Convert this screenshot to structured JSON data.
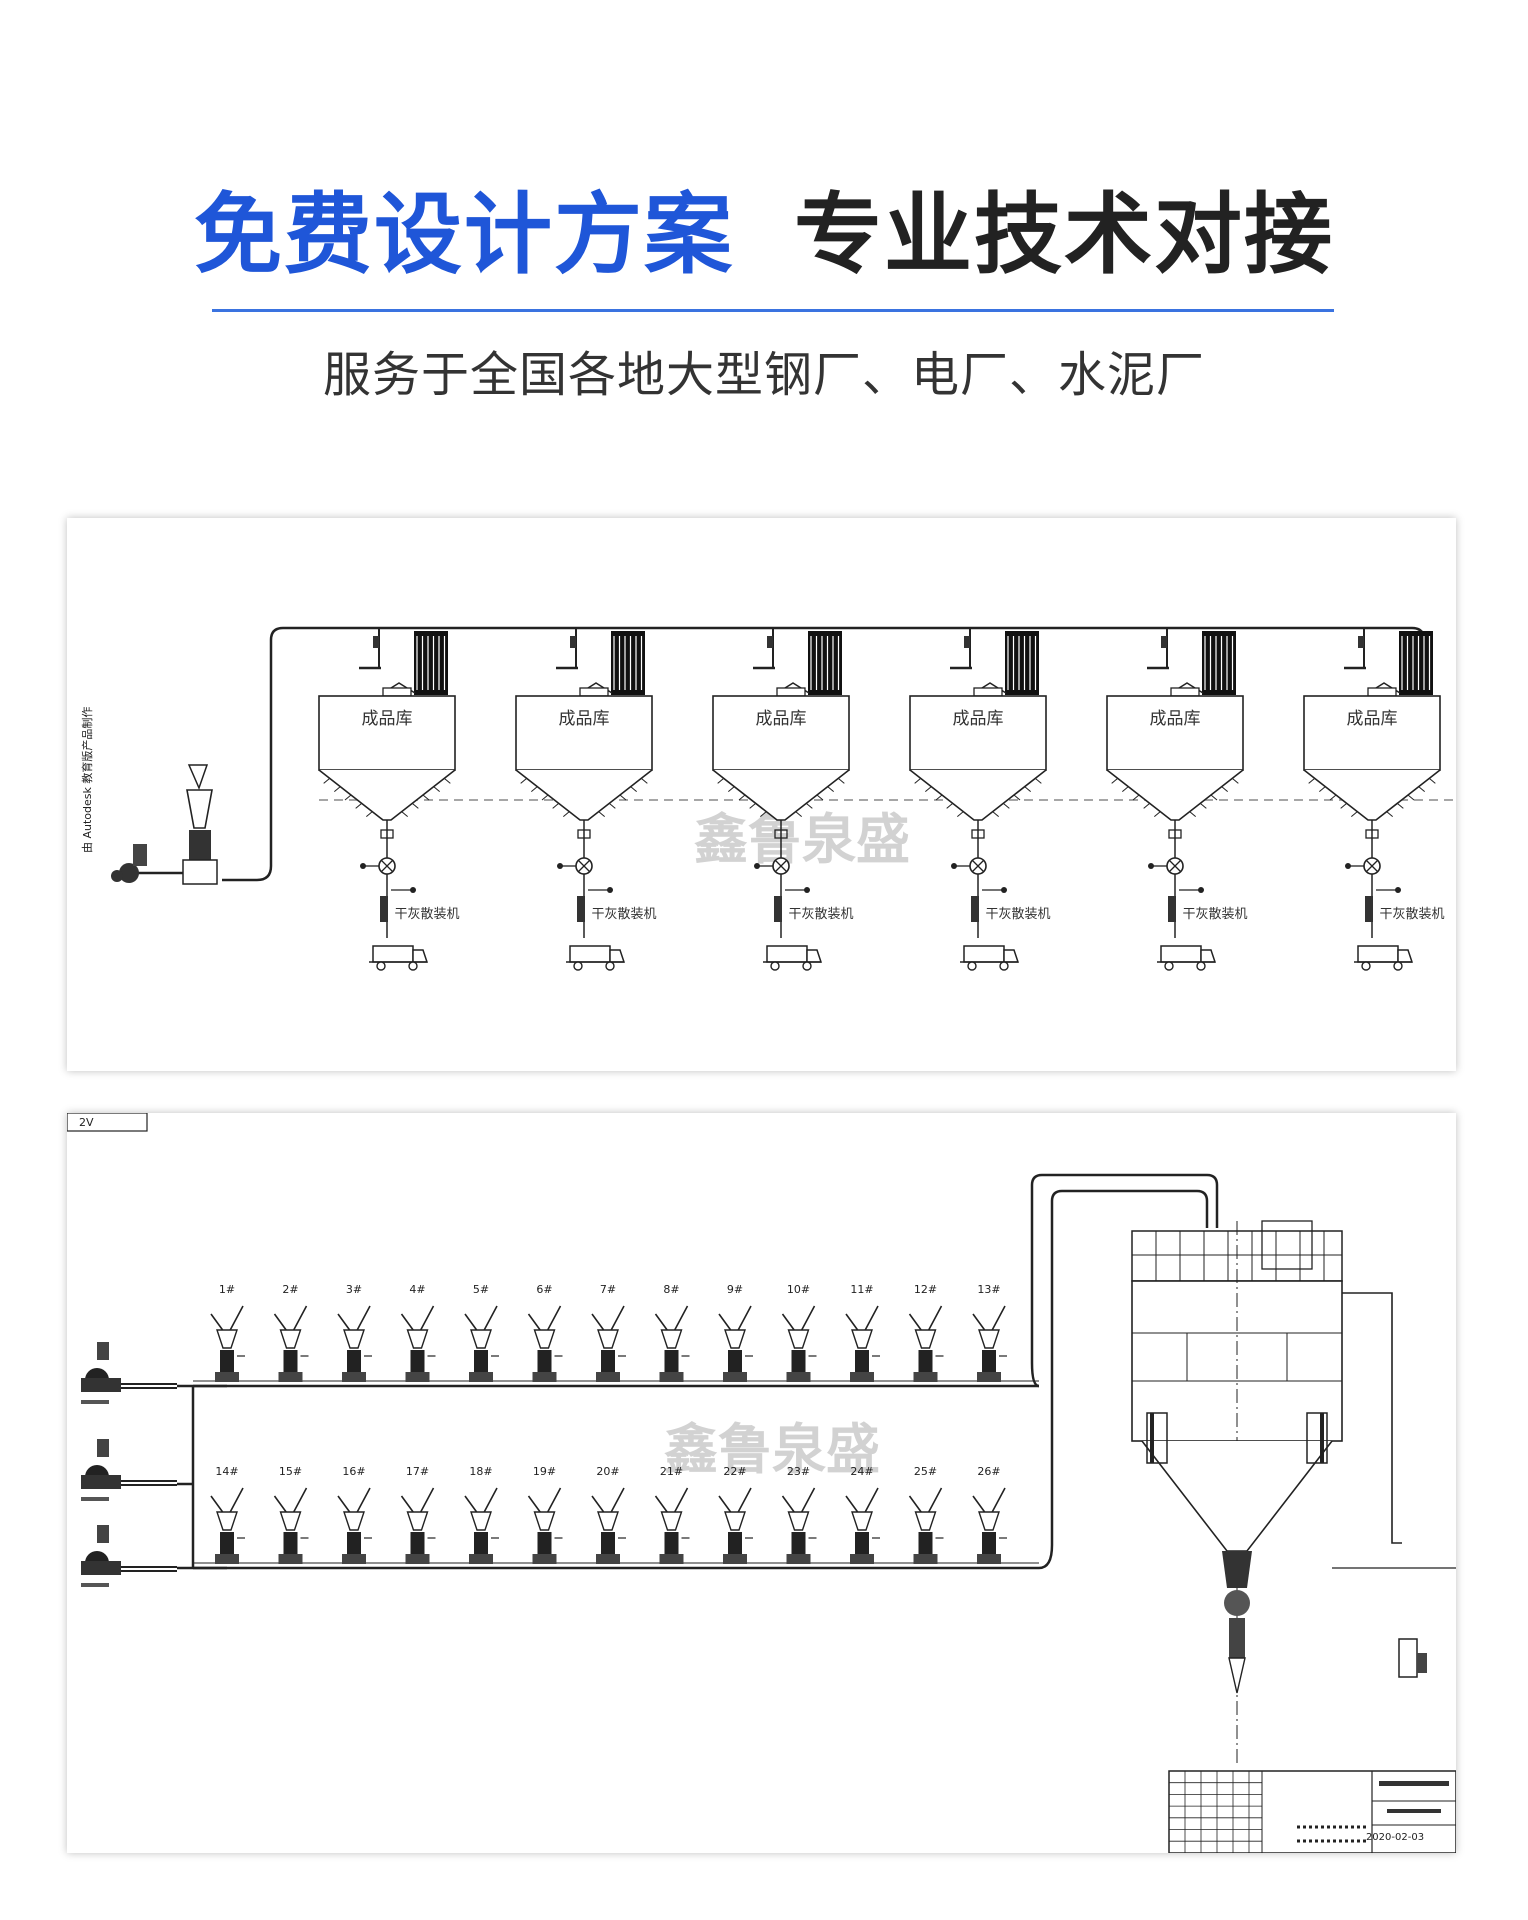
{
  "header": {
    "title_blue": "免费设计方案",
    "title_black": "专业技术对接",
    "subtitle": "服务于全国各地大型钢厂、电厂、水泥厂"
  },
  "diagram1": {
    "silo_label": "成品库",
    "unloader_label": "干灰散装机",
    "watermark": "鑫鲁泉盛",
    "side_note": "由 Autodesk 教育版产品制作",
    "silo_count": 6
  },
  "diagram2": {
    "corner_tag": "2V",
    "watermark": "鑫鲁泉盛",
    "pump_labels_top": [
      "1#",
      "2#",
      "3#",
      "4#",
      "5#",
      "6#",
      "7#",
      "8#",
      "9#",
      "10#",
      "11#",
      "12#",
      "13#"
    ],
    "pump_labels_bottom": [
      "14#",
      "15#",
      "16#",
      "17#",
      "18#",
      "19#",
      "20#",
      "21#",
      "22#",
      "23#",
      "24#",
      "25#",
      "26#"
    ],
    "blower_count": 3,
    "title_block_date": "2020-02-03"
  },
  "colors": {
    "blue": "#1f56d8",
    "line": "#222222",
    "watermark": "#bdbdbd"
  }
}
